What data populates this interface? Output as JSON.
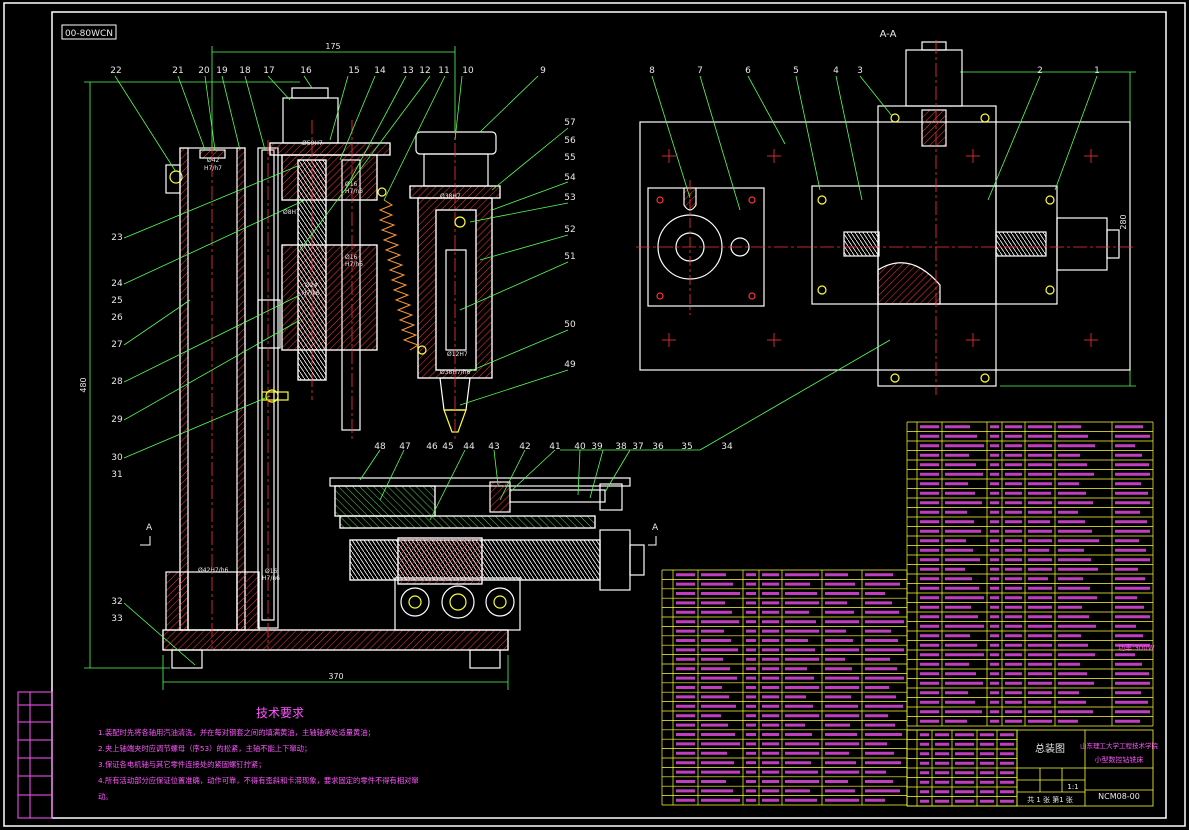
{
  "frame_code": "00-80WCN",
  "section_label": "A-A",
  "section_mark": "A",
  "dims": {
    "top_width": "175",
    "total_width": "370",
    "height": "480",
    "side_width": "280"
  },
  "fit_notes": [
    "Ø42",
    "H7/h7",
    "Ø16",
    "H7/n6",
    "Ø8H7",
    "Ø16",
    "H7/h6",
    "Ø24",
    "H7/k6",
    "Ø16",
    "H7/n6",
    "Ø42H7/h6",
    "Ø50H7",
    "Ø12H7",
    "Ø38H7",
    "Ø38H7/h6"
  ],
  "callouts_top": [
    "22",
    "21",
    "20",
    "19",
    "18",
    "17",
    "16",
    "15",
    "14",
    "13",
    "12",
    "11",
    "10",
    "9"
  ],
  "callouts_left": [
    "23",
    "24",
    "25",
    "26",
    "27",
    "28",
    "29",
    "30",
    "31",
    "32",
    "33"
  ],
  "callouts_right": [
    "57",
    "56",
    "55",
    "54",
    "53",
    "52",
    "51",
    "50",
    "49"
  ],
  "callouts_bottom": [
    "48",
    "47",
    "46",
    "45",
    "44",
    "43",
    "42",
    "41",
    "40",
    "39",
    "38",
    "37",
    "36",
    "35",
    "34"
  ],
  "callouts_section": [
    "8",
    "7",
    "6",
    "5",
    "4",
    "3",
    "2",
    "1"
  ],
  "tech": {
    "title": "技术要求",
    "lines": [
      "1.装配时先将各轴用汽油清洗，并在每对钢套之间的填满黄油，主轴轴承处适量黄油；",
      "2.夹上轴端夹时应调节螺母（序53）的松紧，主轴不能上下窜动；",
      "3.保证各电机轴与其它零件连接处的紧固螺钉拧紧；",
      "4.所有活动部分应保证位置准确，动作可靠，不得有歪斜和卡滞现象，要求固定的零件不得有相对窜",
      "动。"
    ]
  },
  "title_block": {
    "drawing_name": "总装图",
    "school": "山东理工大学工程技术学院",
    "project": "小型数控钻铣床",
    "drawing_no": "NCM08-00",
    "scale": "1:1",
    "sheet": "共 1 张   第1 张",
    "rows": [
      "标记",
      "处数",
      "分区",
      "更改文件号",
      "签名",
      "年.月.日",
      "设计",
      "标准化",
      "阶段标记",
      "重量",
      "比例",
      "审核",
      "工艺",
      "批准"
    ]
  },
  "power_note": "功率:300W",
  "colors": {
    "frame": "#ffffff",
    "outline": "#ffffff",
    "dim": "#55ff55",
    "hatch": "#ff3333",
    "center": "#ff3333",
    "callout": "#55ff55",
    "table": "#ffff33",
    "table_text": "#ff55ff",
    "spring": "#ff9933",
    "bolt": "#ffff33"
  }
}
